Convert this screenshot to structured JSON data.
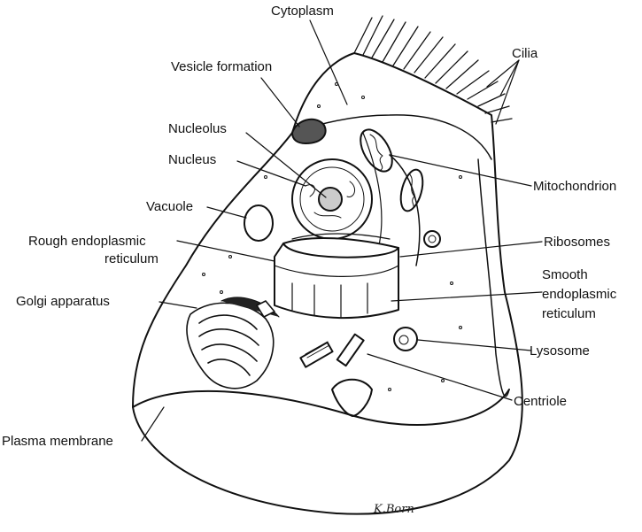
{
  "labels": {
    "cytoplasm": "Cytoplasm",
    "cilia": "Cilia",
    "vesicle_formation": "Vesicle formation",
    "nucleolus": "Nucleolus",
    "nucleus": "Nucleus",
    "mitochondrion": "Mitochondrion",
    "vacuole": "Vacuole",
    "rough_er_line1": "Rough endoplasmic",
    "rough_er_line2": "reticulum",
    "ribosomes": "Ribosomes",
    "smooth_er_line1": "Smooth",
    "smooth_er_line2": "endoplasmic",
    "smooth_er_line3": "reticulum",
    "golgi": "Golgi apparatus",
    "lysosome": "Lysosome",
    "centriole": "Centriole",
    "plasma_membrane": "Plasma membrane"
  },
  "signature": "K.Born"
}
